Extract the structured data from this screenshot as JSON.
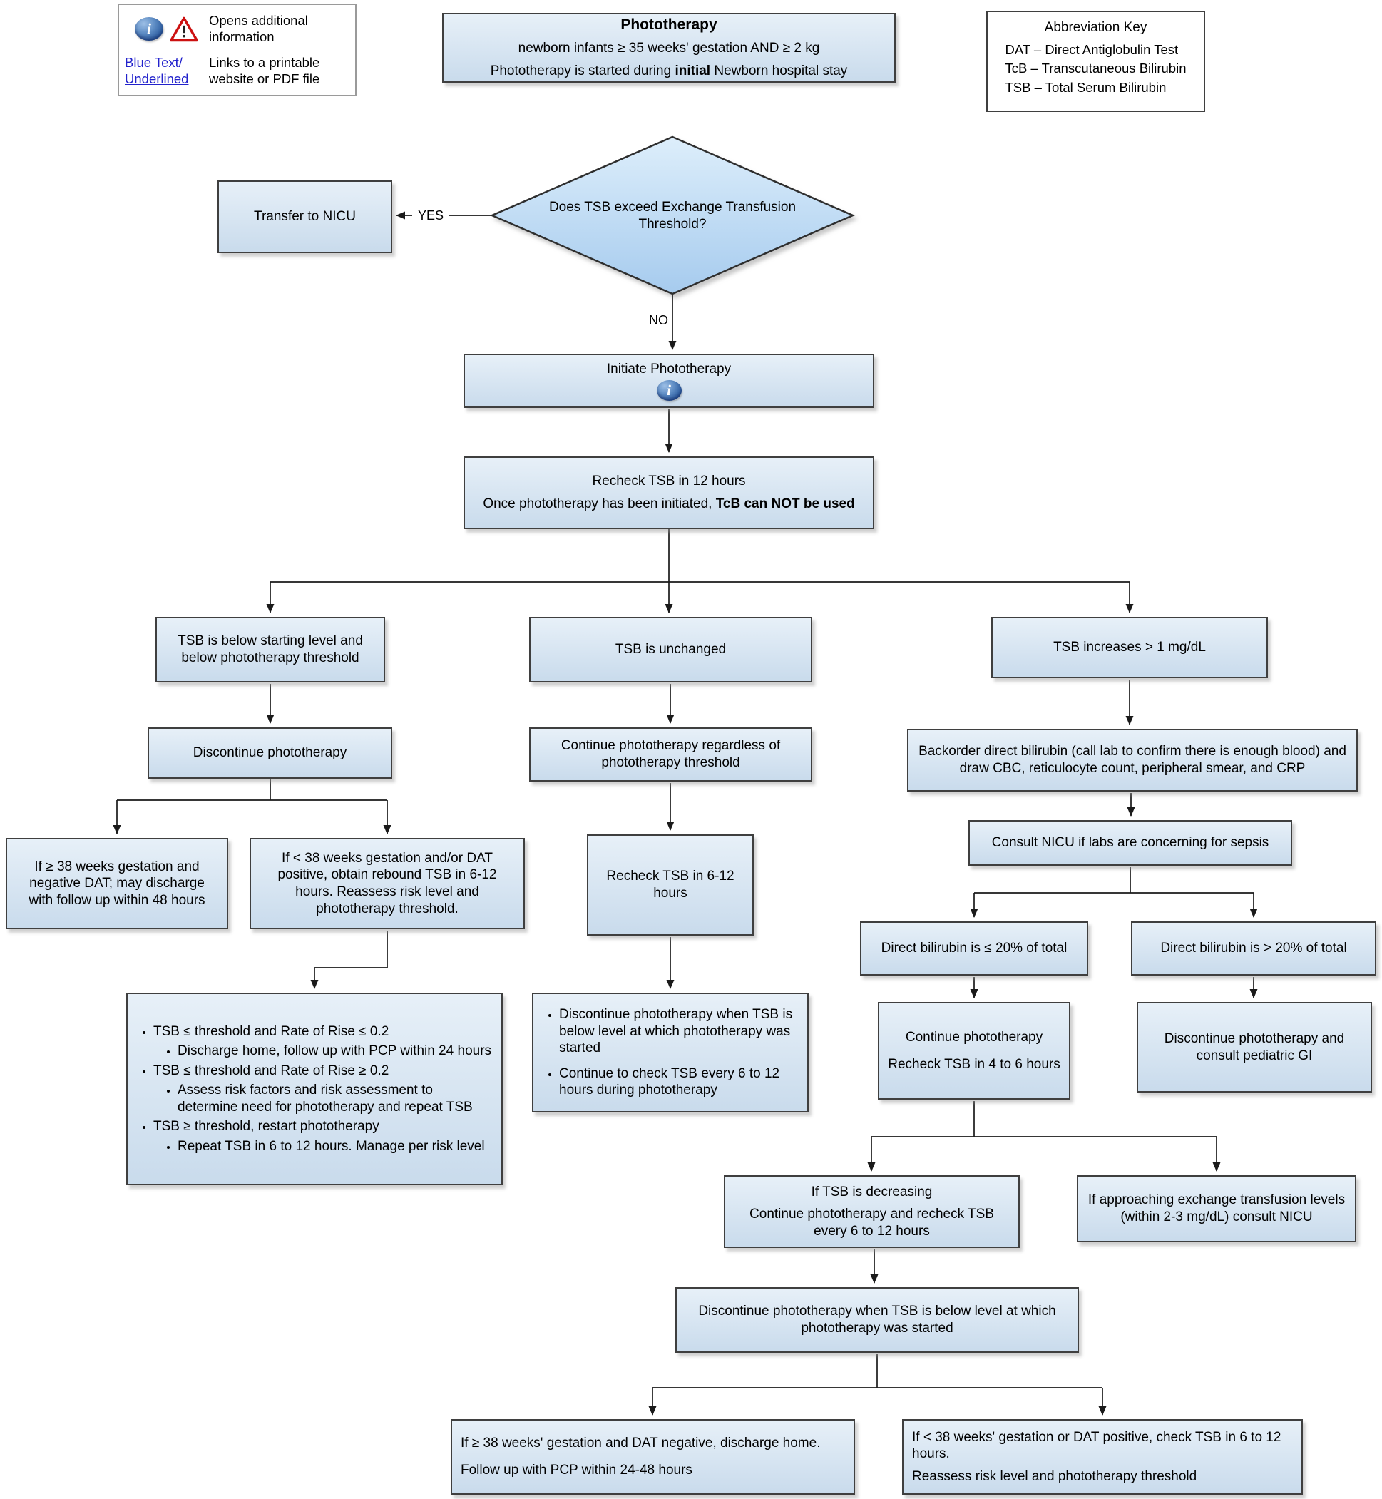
{
  "colors": {
    "box_top": "#e7f0f8",
    "box_bottom": "#c9dbec",
    "box_border": "#3f3f3f",
    "diamond_top": "#ddeefb",
    "diamond_bottom": "#a6cbee",
    "link_blue": "#2222cc",
    "info_blue": "#2a5a9e",
    "warning_red": "#cc1111",
    "line_color": "#1a1a1a"
  },
  "legend": {
    "opens_text": "Opens additional information",
    "link_sample": "Blue Text/\nUnderlined ",
    "link_text": "Links to a printable website or PDF file"
  },
  "title_box": {
    "title": "Phototherapy",
    "line2": "newborn infants ≥ 35 weeks' gestation AND ≥ 2 kg",
    "line3_prefix": "Phototherapy is started during ",
    "line3_bold": "initial",
    "line3_suffix": " Newborn hospital stay"
  },
  "abbreviation_key": {
    "heading": "Abbreviation Key",
    "items": [
      "DAT – Direct Antiglobulin Test",
      "TcB – Transcutaneous Bilirubin",
      "TSB – Total Serum Bilirubin"
    ]
  },
  "decision": {
    "question": "Does TSB exceed Exchange Transfusion Threshold?",
    "yes_label": "YES",
    "no_label": "NO"
  },
  "boxes": {
    "transfer_nicu": "Transfer to NICU",
    "initiate": "Initiate Phototherapy",
    "recheck12": {
      "line1": "Recheck TSB in 12 hours",
      "line2_prefix": "Once phototherapy has been initiated, ",
      "line2_bold": "TcB can NOT be used"
    },
    "tsb_below": "TSB is below starting level and below phototherapy threshold",
    "unchanged": "TSB is unchanged",
    "increases": "TSB increases > 1 mg/dL",
    "discontinue": "Discontinue phototherapy",
    "continue_regardless": "Continue phototherapy regardless of phototherapy threshold",
    "backorder": "Backorder direct bilirubin (call lab to confirm there is enough blood) and draw CBC, reticulocyte count, peripheral smear, and CRP",
    "ge38": "If ≥ 38 weeks gestation and negative DAT; may discharge with follow up within 48 hours",
    "lt38": "If < 38 weeks gestation and/or DAT positive, obtain rebound TSB in 6-12 hours.  Reassess risk level and phototherapy threshold.",
    "recheck612": "Recheck TSB in 6-12 hours",
    "consult_nicu": "Consult NICU if labs are concerning for sepsis",
    "le20": "Direct bilirubin is ≤ 20% of total",
    "gt20": "Direct bilirubin is > 20% of total",
    "continue46": {
      "line1": "Continue phototherapy",
      "line2": "Recheck TSB in 4 to 6 hours"
    },
    "disc_gi": "Discontinue phototherapy and consult pediatric GI",
    "decreasing": {
      "line1": "If TSB is decreasing",
      "line2": "Continue phototherapy and recheck TSB every 6 to 12 hours"
    },
    "approaching": "If approaching exchange transfusion levels (within 2-3 mg/dL) consult NICU",
    "disc_when": "Discontinue phototherapy when TSB is below level at which phototherapy was started",
    "bottom_left": {
      "line1": "If ≥ 38 weeks' gestation and DAT negative, discharge home.",
      "line2": "Follow up with PCP within 24-48 hours"
    },
    "bottom_right": {
      "line1": "If < 38 weeks' gestation or DAT positive, check TSB in 6 to 12 hours.",
      "line2": "Reassess risk level and phototherapy threshold"
    }
  },
  "bullets_left": [
    {
      "text": "TSB ≤ threshold and Rate of Rise ≤ 0.2",
      "sub": "Discharge home, follow up with PCP within 24 hours"
    },
    {
      "text": "TSB ≤ threshold and Rate of Rise ≥ 0.2",
      "sub": "Assess risk factors and risk assessment to determine need for phototherapy and repeat TSB"
    },
    {
      "text": "TSB ≥ threshold, restart phototherapy",
      "sub": "Repeat TSB in 6 to 12 hours. Manage per risk level"
    }
  ],
  "bullets_mid": [
    {
      "text": "Discontinue phototherapy when TSB is below level at which phototherapy was started"
    },
    {
      "text": "Continue to check TSB every 6 to 12 hours during phototherapy"
    }
  ]
}
